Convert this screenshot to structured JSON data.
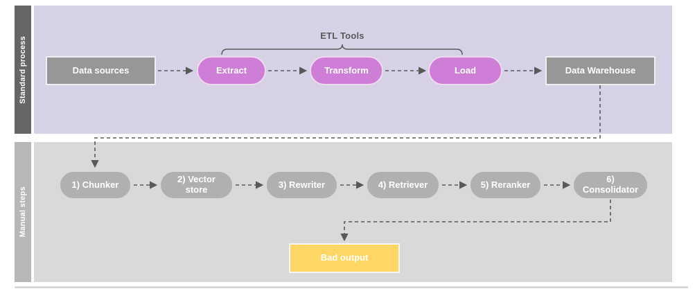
{
  "diagram": {
    "title_annotation": {
      "label": "ETL Tools"
    },
    "lanes": [
      {
        "label": "Standard process"
      },
      {
        "label": "Manual steps"
      }
    ],
    "standard_nodes": [
      {
        "label": "Data sources",
        "shape": "rectangle",
        "color": "#979797"
      },
      {
        "label": "Extract",
        "shape": "pill",
        "color": "#ce7ed7"
      },
      {
        "label": "Transform",
        "shape": "pill",
        "color": "#ce7ed7"
      },
      {
        "label": "Load",
        "shape": "pill",
        "color": "#ce7ed7"
      },
      {
        "label": "Data Warehouse",
        "shape": "rectangle",
        "color": "#979797"
      }
    ],
    "manual_nodes": [
      {
        "label": "1) Chunker",
        "shape": "pill",
        "color": "#b0b0b0"
      },
      {
        "label": "2) Vector store",
        "shape": "pill",
        "color": "#b0b0b0"
      },
      {
        "label": "3) Rewriter",
        "shape": "pill",
        "color": "#b0b0b0"
      },
      {
        "label": "4) Retriever",
        "shape": "pill",
        "color": "#b0b0b0"
      },
      {
        "label": "5) Reranker",
        "shape": "pill",
        "color": "#b0b0b0"
      },
      {
        "label": "6) Consolidator",
        "shape": "pill",
        "color": "#b0b0b0"
      }
    ],
    "output_node": {
      "label": "Bad output",
      "shape": "rectangle",
      "color": "#fdd663"
    },
    "edges": [
      "Data sources -> Extract",
      "Extract -> Transform",
      "Transform -> Load",
      "Load -> Data Warehouse",
      "Data Warehouse -> 1) Chunker",
      "1) Chunker -> 2) Vector store",
      "2) Vector store -> 3) Rewriter",
      "3) Rewriter -> 4) Retriever",
      "4) Retriever -> 5) Reranker",
      "5) Reranker -> 6) Consolidator",
      "6) Consolidator -> Bad output"
    ],
    "colors": {
      "lane_standard_bg": "#d7d1e5",
      "lane_standard_bar": "#666666",
      "lane_manual_bg": "#d9d9d9",
      "lane_manual_bar": "#b7b7b7",
      "pill_pink": "#ce7ed7",
      "node_gray_dark": "#979797",
      "node_gray_light": "#b0b0b0",
      "output_yellow": "#fdd663",
      "connector": "#595959"
    }
  }
}
